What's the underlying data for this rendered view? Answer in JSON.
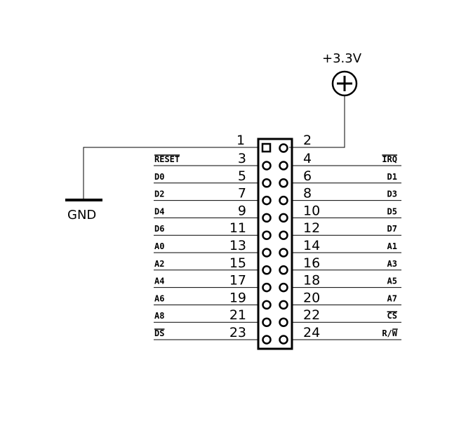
{
  "power": {
    "label": "+3.3V",
    "symbol": "⊕"
  },
  "ground": {
    "label": "GND"
  },
  "header": {
    "top_pins": {
      "left": "1",
      "right": "2"
    },
    "rows": [
      {
        "left_pin": "3",
        "left_label": "RESET",
        "left_over": true,
        "right_pin": "4",
        "right_label": "IRQ",
        "right_over": true
      },
      {
        "left_pin": "5",
        "left_label": "D0",
        "left_over": false,
        "right_pin": "6",
        "right_label": "D1",
        "right_over": false
      },
      {
        "left_pin": "7",
        "left_label": "D2",
        "left_over": false,
        "right_pin": "8",
        "right_label": "D3",
        "right_over": false
      },
      {
        "left_pin": "9",
        "left_label": "D4",
        "left_over": false,
        "right_pin": "10",
        "right_label": "D5",
        "right_over": false
      },
      {
        "left_pin": "11",
        "left_label": "D6",
        "left_over": false,
        "right_pin": "12",
        "right_label": "D7",
        "right_over": false
      },
      {
        "left_pin": "13",
        "left_label": "A0",
        "left_over": false,
        "right_pin": "14",
        "right_label": "A1",
        "right_over": false
      },
      {
        "left_pin": "15",
        "left_label": "A2",
        "left_over": false,
        "right_pin": "16",
        "right_label": "A3",
        "right_over": false
      },
      {
        "left_pin": "17",
        "left_label": "A4",
        "left_over": false,
        "right_pin": "18",
        "right_label": "A5",
        "right_over": false
      },
      {
        "left_pin": "19",
        "left_label": "A6",
        "left_over": false,
        "right_pin": "20",
        "right_label": "A7",
        "right_over": false
      },
      {
        "left_pin": "21",
        "left_label": "A8",
        "left_over": false,
        "right_pin": "22",
        "right_label": "CS",
        "right_over": true
      },
      {
        "left_pin": "23",
        "left_label": "DS",
        "left_over": true,
        "right_pin": "24",
        "right_label": "R/W",
        "right_over": false,
        "right_over_part": "W"
      }
    ]
  }
}
